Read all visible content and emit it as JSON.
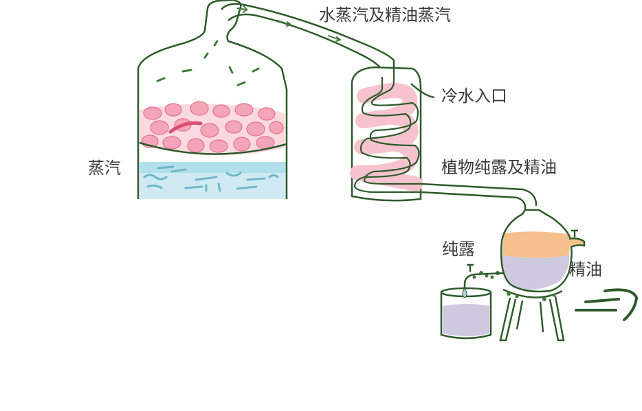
{
  "labels": {
    "vapor": "水蒸汽及精油蒸汽",
    "cold_water_inlet": "冷水入口",
    "plant_hydrosol_oil": "植物纯露及精油",
    "steam": "蒸汽",
    "hydrosol": "纯露",
    "essential_oil": "精油"
  },
  "colors": {
    "outline": "#2e5a2a",
    "petals": "#f4a6b8",
    "petals_dark": "#e2718c",
    "water": "#bfe3ee",
    "water_marks": "#6fb7c9",
    "coil": "#f6c3cf",
    "oil_layer": "#f5c08c",
    "hydrosol_layer": "#cfc9e0"
  },
  "icons": [
    "droplet-icon",
    "steam-wisp-icon"
  ]
}
